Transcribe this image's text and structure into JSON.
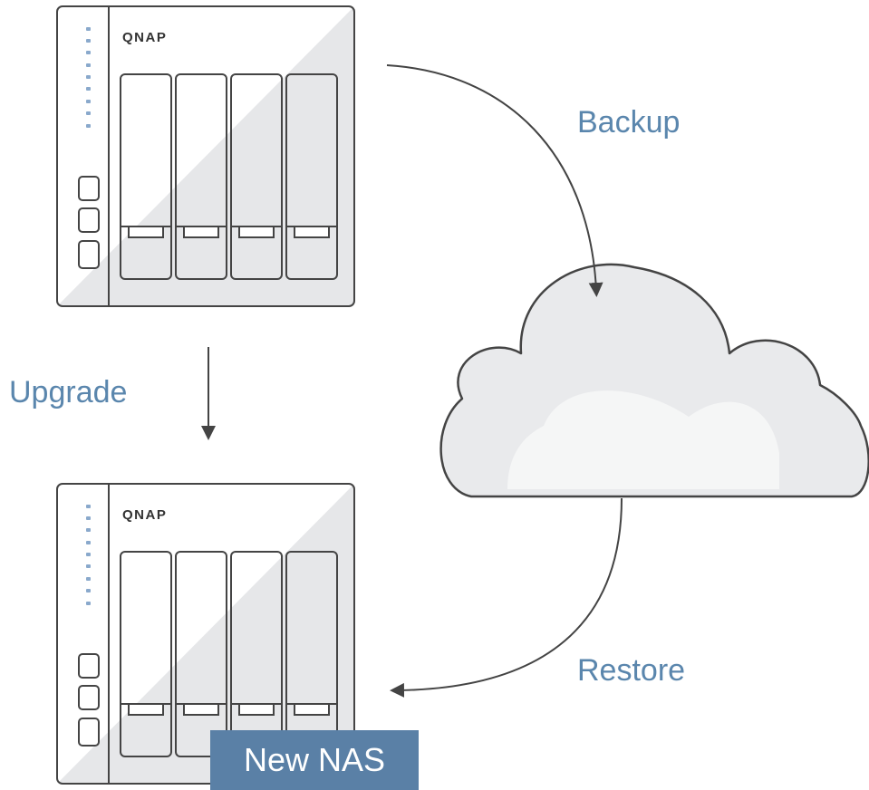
{
  "nas_old": {
    "brand": "QNAP"
  },
  "nas_new": {
    "brand": "QNAP",
    "badge": "New NAS"
  },
  "labels": {
    "backup": "Backup",
    "upgrade": "Upgrade",
    "restore": "Restore"
  },
  "colors": {
    "label_text": "#5a86ad",
    "badge_bg": "#5a80a6",
    "badge_text": "#ffffff",
    "outline": "#444444",
    "led": "#8aa9cc",
    "cloud_fill": "#e9eaec",
    "nas_shade": "#e6e7e9"
  },
  "icons": {
    "nas": "nas-device-icon",
    "cloud": "cloud-icon"
  }
}
